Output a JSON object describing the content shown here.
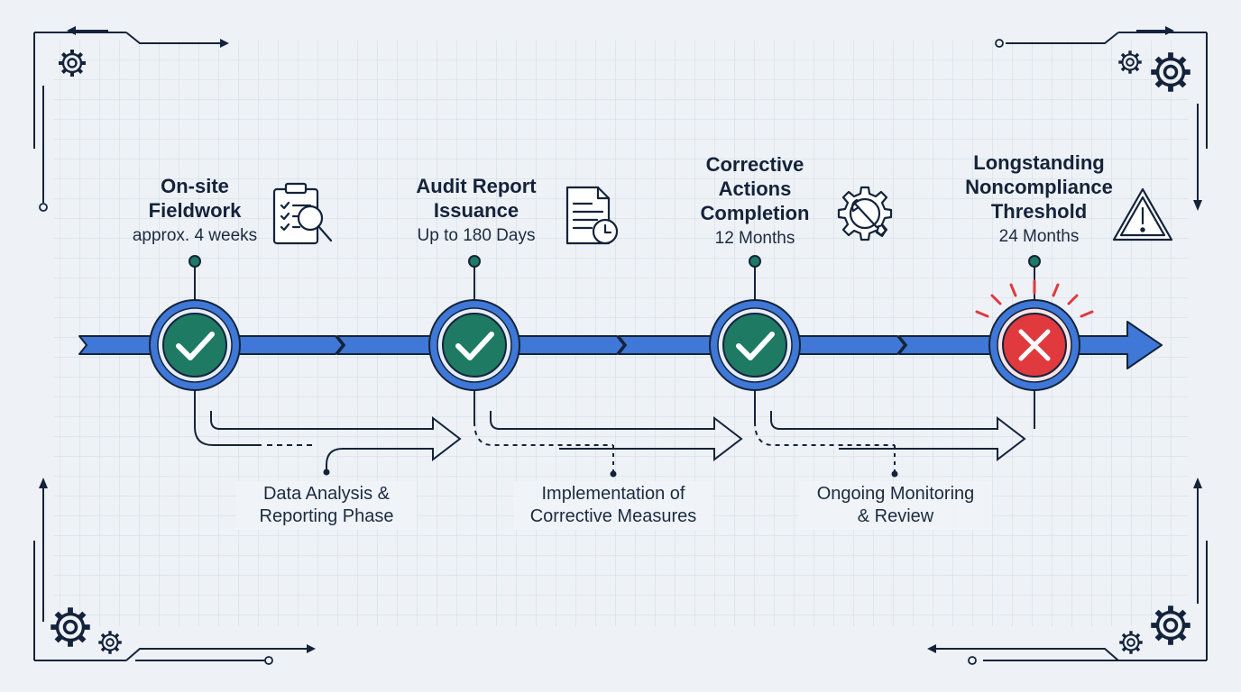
{
  "milestones": [
    {
      "title_lines": [
        "On-site",
        "Fieldwork"
      ],
      "subtitle": "approx. 4 weeks",
      "status": "complete",
      "icon": "clipboard-magnifier-icon"
    },
    {
      "title_lines": [
        "Audit Report",
        "Issuance"
      ],
      "subtitle": "Up to 180 Days",
      "status": "complete",
      "icon": "document-clock-icon"
    },
    {
      "title_lines": [
        "Corrective",
        "Actions",
        "Completion"
      ],
      "subtitle": "12 Months",
      "status": "complete",
      "icon": "gear-wrench-icon"
    },
    {
      "title_lines": [
        "Longstanding",
        "Noncompliance",
        "Threshold"
      ],
      "subtitle": "24 Months",
      "status": "failed",
      "icon": "warning-triangle-icon"
    }
  ],
  "phases": [
    {
      "lines": [
        "Data Analysis &",
        "Reporting Phase"
      ]
    },
    {
      "lines": [
        "Implementation of",
        "Corrective Measures"
      ]
    },
    {
      "lines": [
        "Ongoing Monitoring",
        "& Review"
      ]
    }
  ],
  "colors": {
    "timeline_blue": "#3f78d6",
    "check_green": "#1e7a63",
    "fail_red": "#e0393e",
    "ink": "#14233b"
  }
}
